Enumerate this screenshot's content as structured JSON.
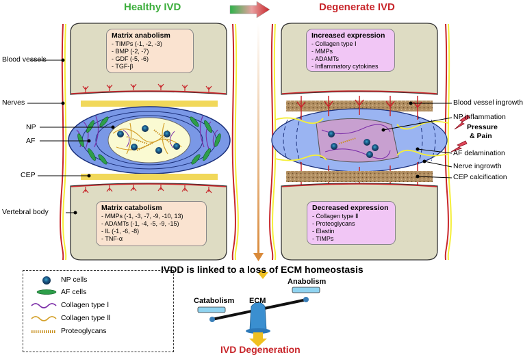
{
  "headers": {
    "healthy": "Healthy IVD",
    "degenerate": "Degenerate IVD"
  },
  "colors": {
    "healthy": "#3cae3c",
    "degenerate": "#c8262b",
    "anabolism_box": "#fae3d0",
    "expression_box": "#f1c6f5",
    "np": "#fafad2",
    "af": "#7a98e6",
    "vertebra": "#dedcc3",
    "cep": "#f1d85a",
    "calcified_cep": "#b08d5e",
    "vessel": "#c8262b",
    "nerve": "#f5ef3a"
  },
  "left_labels": {
    "blood_vessels": "Blood vessels",
    "nerves": "Nerves",
    "np": "NP",
    "af": "AF",
    "cep": "CEP",
    "vertebral_body": "Vertebral body"
  },
  "right_labels": {
    "blood_vessel_ingrowth": "Blood vessel ingrowth",
    "np_inflammation": "NP inflammation",
    "pressure_pain": "Pressure",
    "pressure_pain_2": "& Pain",
    "af_delamination": "AF delamination",
    "nerve_ingrowth": "Nerve ingrowth",
    "cep_calcification": "CEP calcification"
  },
  "boxes": {
    "anabolism": {
      "title": "Matrix anabolism",
      "items": [
        "- TIMPs (-1, -2, -3)",
        "- BMP (-2, -7)",
        "- GDF (-5, -6)",
        "- TGF-β"
      ]
    },
    "catabolism": {
      "title": "Matrix catabolism",
      "items": [
        "- MMPs (-1, -3, -7, -9, -10, 13)",
        "- ADAMTs (-1, -4, -5, -9, -15)",
        "- IL (-1, -6, -8)",
        "- TNF-α"
      ]
    },
    "increased": {
      "title": "Increased expression",
      "items": [
        "- Collagen type Ⅰ",
        "- MMPs",
        "- ADAMTs",
        "- Inflammatory cytokines"
      ]
    },
    "decreased": {
      "title": "Decreased expression",
      "items": [
        "- Collagen type Ⅱ",
        "- Proteoglycans",
        "- Elastin",
        "- TIMPs"
      ]
    }
  },
  "homeostasis": {
    "statement": "IVDD is linked to a loss of ECM homeostasis",
    "catabolism": "Catabolism",
    "ecm": "ECM",
    "anabolism": "Anabolism",
    "outcome": "IVD Degeneration"
  },
  "legend": {
    "items": [
      {
        "icon": "np-cell-icon",
        "label": "NP cells"
      },
      {
        "icon": "af-cell-icon",
        "label": "AF cells"
      },
      {
        "icon": "collagen-1-icon",
        "label": "Collagen type Ⅰ"
      },
      {
        "icon": "collagen-2-icon",
        "label": "Collagen type Ⅱ"
      },
      {
        "icon": "proteoglycan-icon",
        "label": "Proteoglycans"
      }
    ]
  }
}
